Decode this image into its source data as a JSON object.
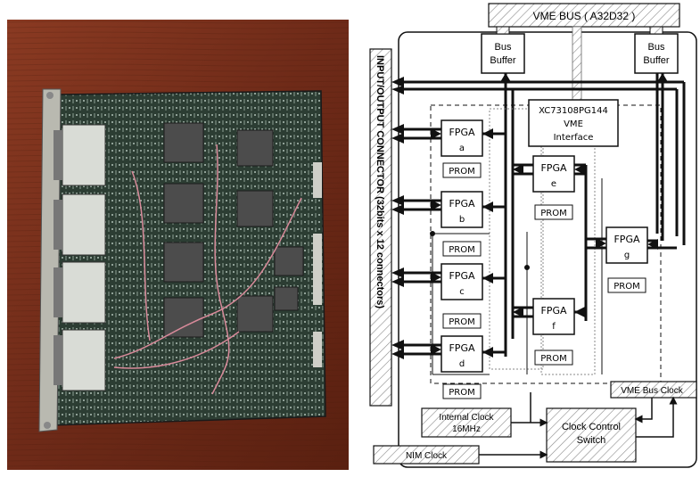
{
  "diagram": {
    "vme_bus": "VME BUS ( A32D32 )",
    "bus_buffer_left": [
      "Bus",
      "Buffer"
    ],
    "bus_buffer_right": [
      "Bus",
      "Buffer"
    ],
    "io_connector": "INPUT/OUTPUT CONNECTOR (32bits x 12 connectors)",
    "vme_interface": [
      "XC73108PG144",
      "VME",
      "Interface"
    ],
    "fpga_label": "FPGA",
    "prom_label": "PROM",
    "fpgas": [
      {
        "id": "a"
      },
      {
        "id": "b"
      },
      {
        "id": "c"
      },
      {
        "id": "d"
      },
      {
        "id": "e"
      },
      {
        "id": "f"
      },
      {
        "id": "g"
      }
    ],
    "internal_clock": [
      "Internal Clock",
      "16MHz"
    ],
    "nim_clock": "NIM Clock",
    "clock_control": [
      "Clock Control",
      "Switch"
    ],
    "vme_bus_clock": "VME Bus Clock"
  },
  "colors": {
    "wood": "#7a2f1c",
    "board": "#2a3a30",
    "line": "#111111"
  }
}
